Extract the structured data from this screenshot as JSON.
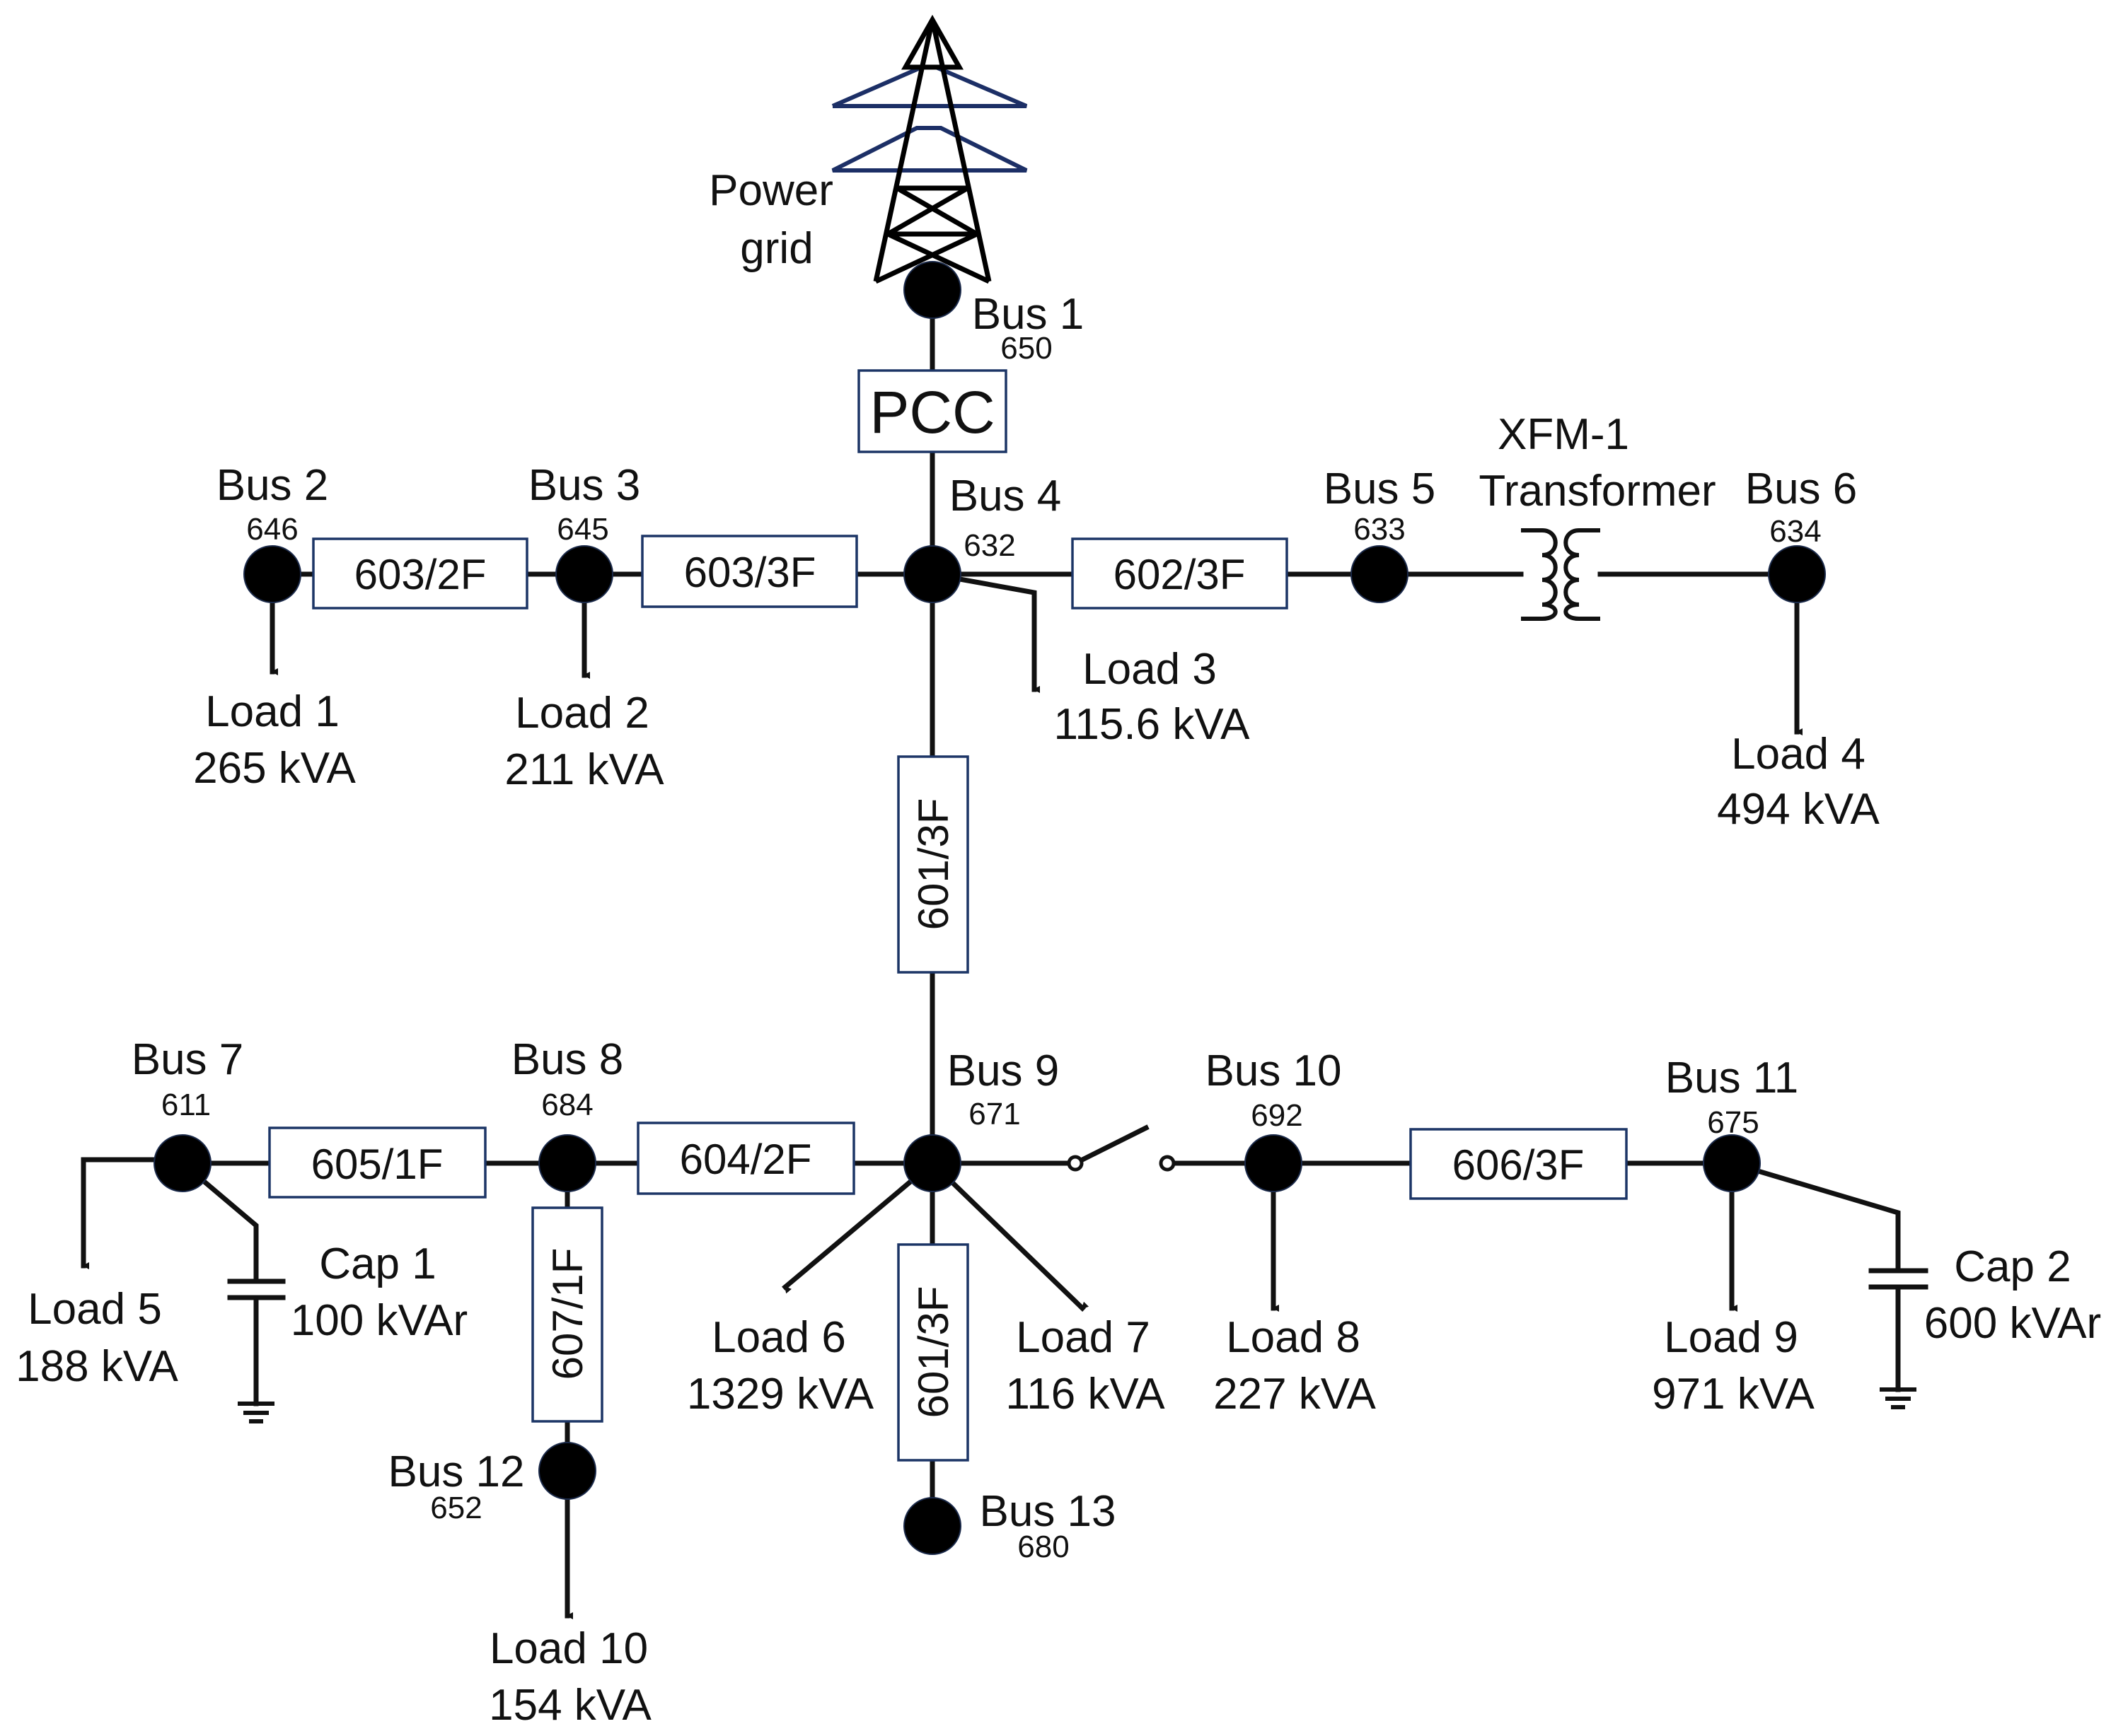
{
  "grid": {
    "label_line1": "Power",
    "label_line2": "grid"
  },
  "pcc": {
    "label": "PCC"
  },
  "transformer": {
    "label_line1": "XFM-1",
    "label_line2": "Transformer"
  },
  "buses": [
    {
      "name": "Bus 1",
      "id": "650"
    },
    {
      "name": "Bus 2",
      "id": "646"
    },
    {
      "name": "Bus 3",
      "id": "645"
    },
    {
      "name": "Bus 4",
      "id": "632"
    },
    {
      "name": "Bus 5",
      "id": "633"
    },
    {
      "name": "Bus 6",
      "id": "634"
    },
    {
      "name": "Bus 7",
      "id": "611"
    },
    {
      "name": "Bus 8",
      "id": "684"
    },
    {
      "name": "Bus 9",
      "id": "671"
    },
    {
      "name": "Bus 10",
      "id": "692"
    },
    {
      "name": "Bus 11",
      "id": "675"
    },
    {
      "name": "Bus 12",
      "id": "652"
    },
    {
      "name": "Bus 13",
      "id": "680"
    }
  ],
  "lines": [
    {
      "label": "603/2F"
    },
    {
      "label": "603/3F"
    },
    {
      "label": "602/3F"
    },
    {
      "label": "601/3F"
    },
    {
      "label": "605/1F"
    },
    {
      "label": "604/2F"
    },
    {
      "label": "606/3F"
    },
    {
      "label": "607/1F"
    },
    {
      "label": "601/3F"
    }
  ],
  "loads": [
    {
      "name": "Load 1",
      "rating": "265 kVA"
    },
    {
      "name": "Load 2",
      "rating": "211 kVA"
    },
    {
      "name": "Load 3",
      "rating": "115.6 kVA"
    },
    {
      "name": "Load 4",
      "rating": "494 kVA"
    },
    {
      "name": "Load 5",
      "rating": "188 kVA"
    },
    {
      "name": "Load 6",
      "rating": "1329 kVA"
    },
    {
      "name": "Load 7",
      "rating": "116 kVA"
    },
    {
      "name": "Load 8",
      "rating": "227 kVA"
    },
    {
      "name": "Load 9",
      "rating": "971 kVA"
    },
    {
      "name": "Load 10",
      "rating": "154 kVA"
    }
  ],
  "capacitors": [
    {
      "name": "Cap 1",
      "rating": "100 kVAr"
    },
    {
      "name": "Cap 2",
      "rating": "600 kVAr"
    }
  ]
}
